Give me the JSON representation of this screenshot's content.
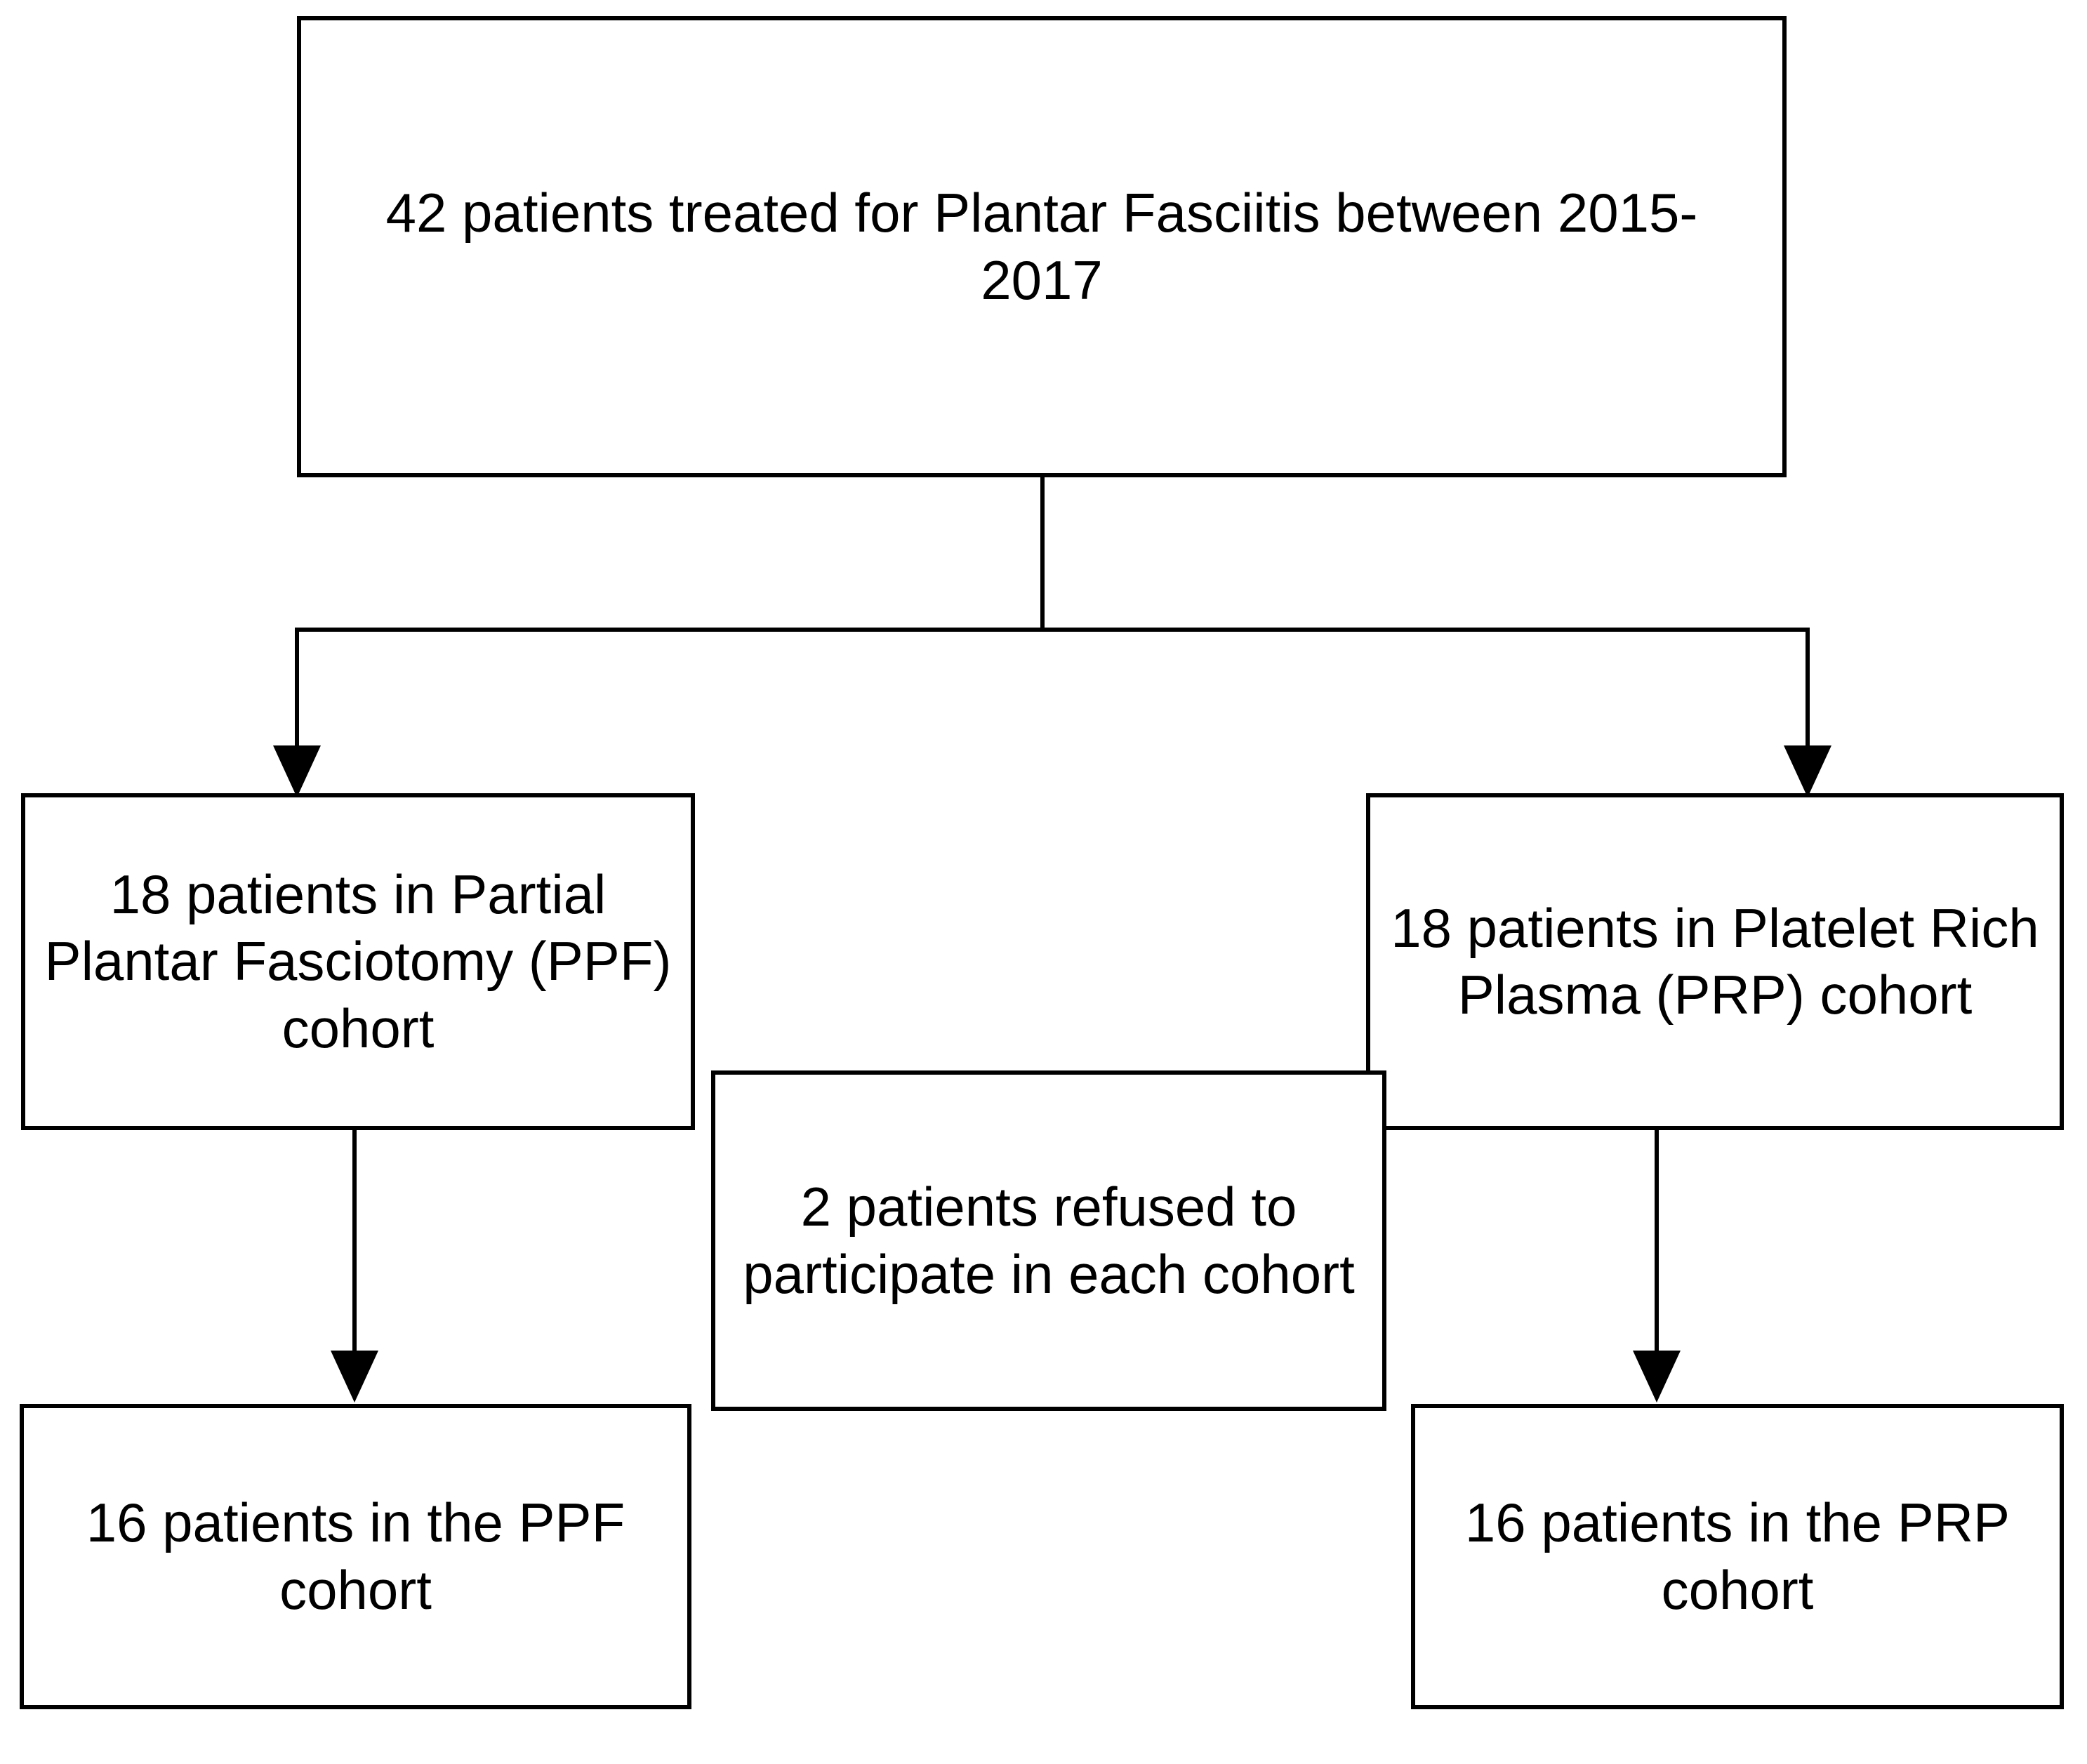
{
  "diagram": {
    "type": "flowchart",
    "orientation": "top-down",
    "title": "Patient enrollment flow for Plantar Fasciitis treatment cohorts",
    "nodes": [
      {
        "id": "top",
        "label": "42 patients treated for Plantar Fasciitis between 2015-2017",
        "count": 42
      },
      {
        "id": "ppf-18",
        "label": "18 patients in Partial Plantar Fasciotomy (PPF) cohort",
        "count": 18
      },
      {
        "id": "prp-18",
        "label": "18 patients in Platelet Rich Plasma (PRP) cohort",
        "count": 18
      },
      {
        "id": "refused",
        "label": "2 patients refused to participate in each cohort",
        "count": 2
      },
      {
        "id": "ppf-16",
        "label": "16 patients in the PPF cohort",
        "count": 16
      },
      {
        "id": "prp-16",
        "label": "16 patients in the PRP cohort",
        "count": 16
      }
    ],
    "edges": [
      {
        "from": "top",
        "to": "ppf-18",
        "arrow": true
      },
      {
        "from": "top",
        "to": "prp-18",
        "arrow": true
      },
      {
        "from": "ppf-18",
        "to": "ppf-16",
        "arrow": true
      },
      {
        "from": "prp-18",
        "to": "prp-16",
        "arrow": true
      }
    ],
    "colors": {
      "stroke": "#000000",
      "fill": "#ffffff",
      "text": "#000000"
    }
  }
}
